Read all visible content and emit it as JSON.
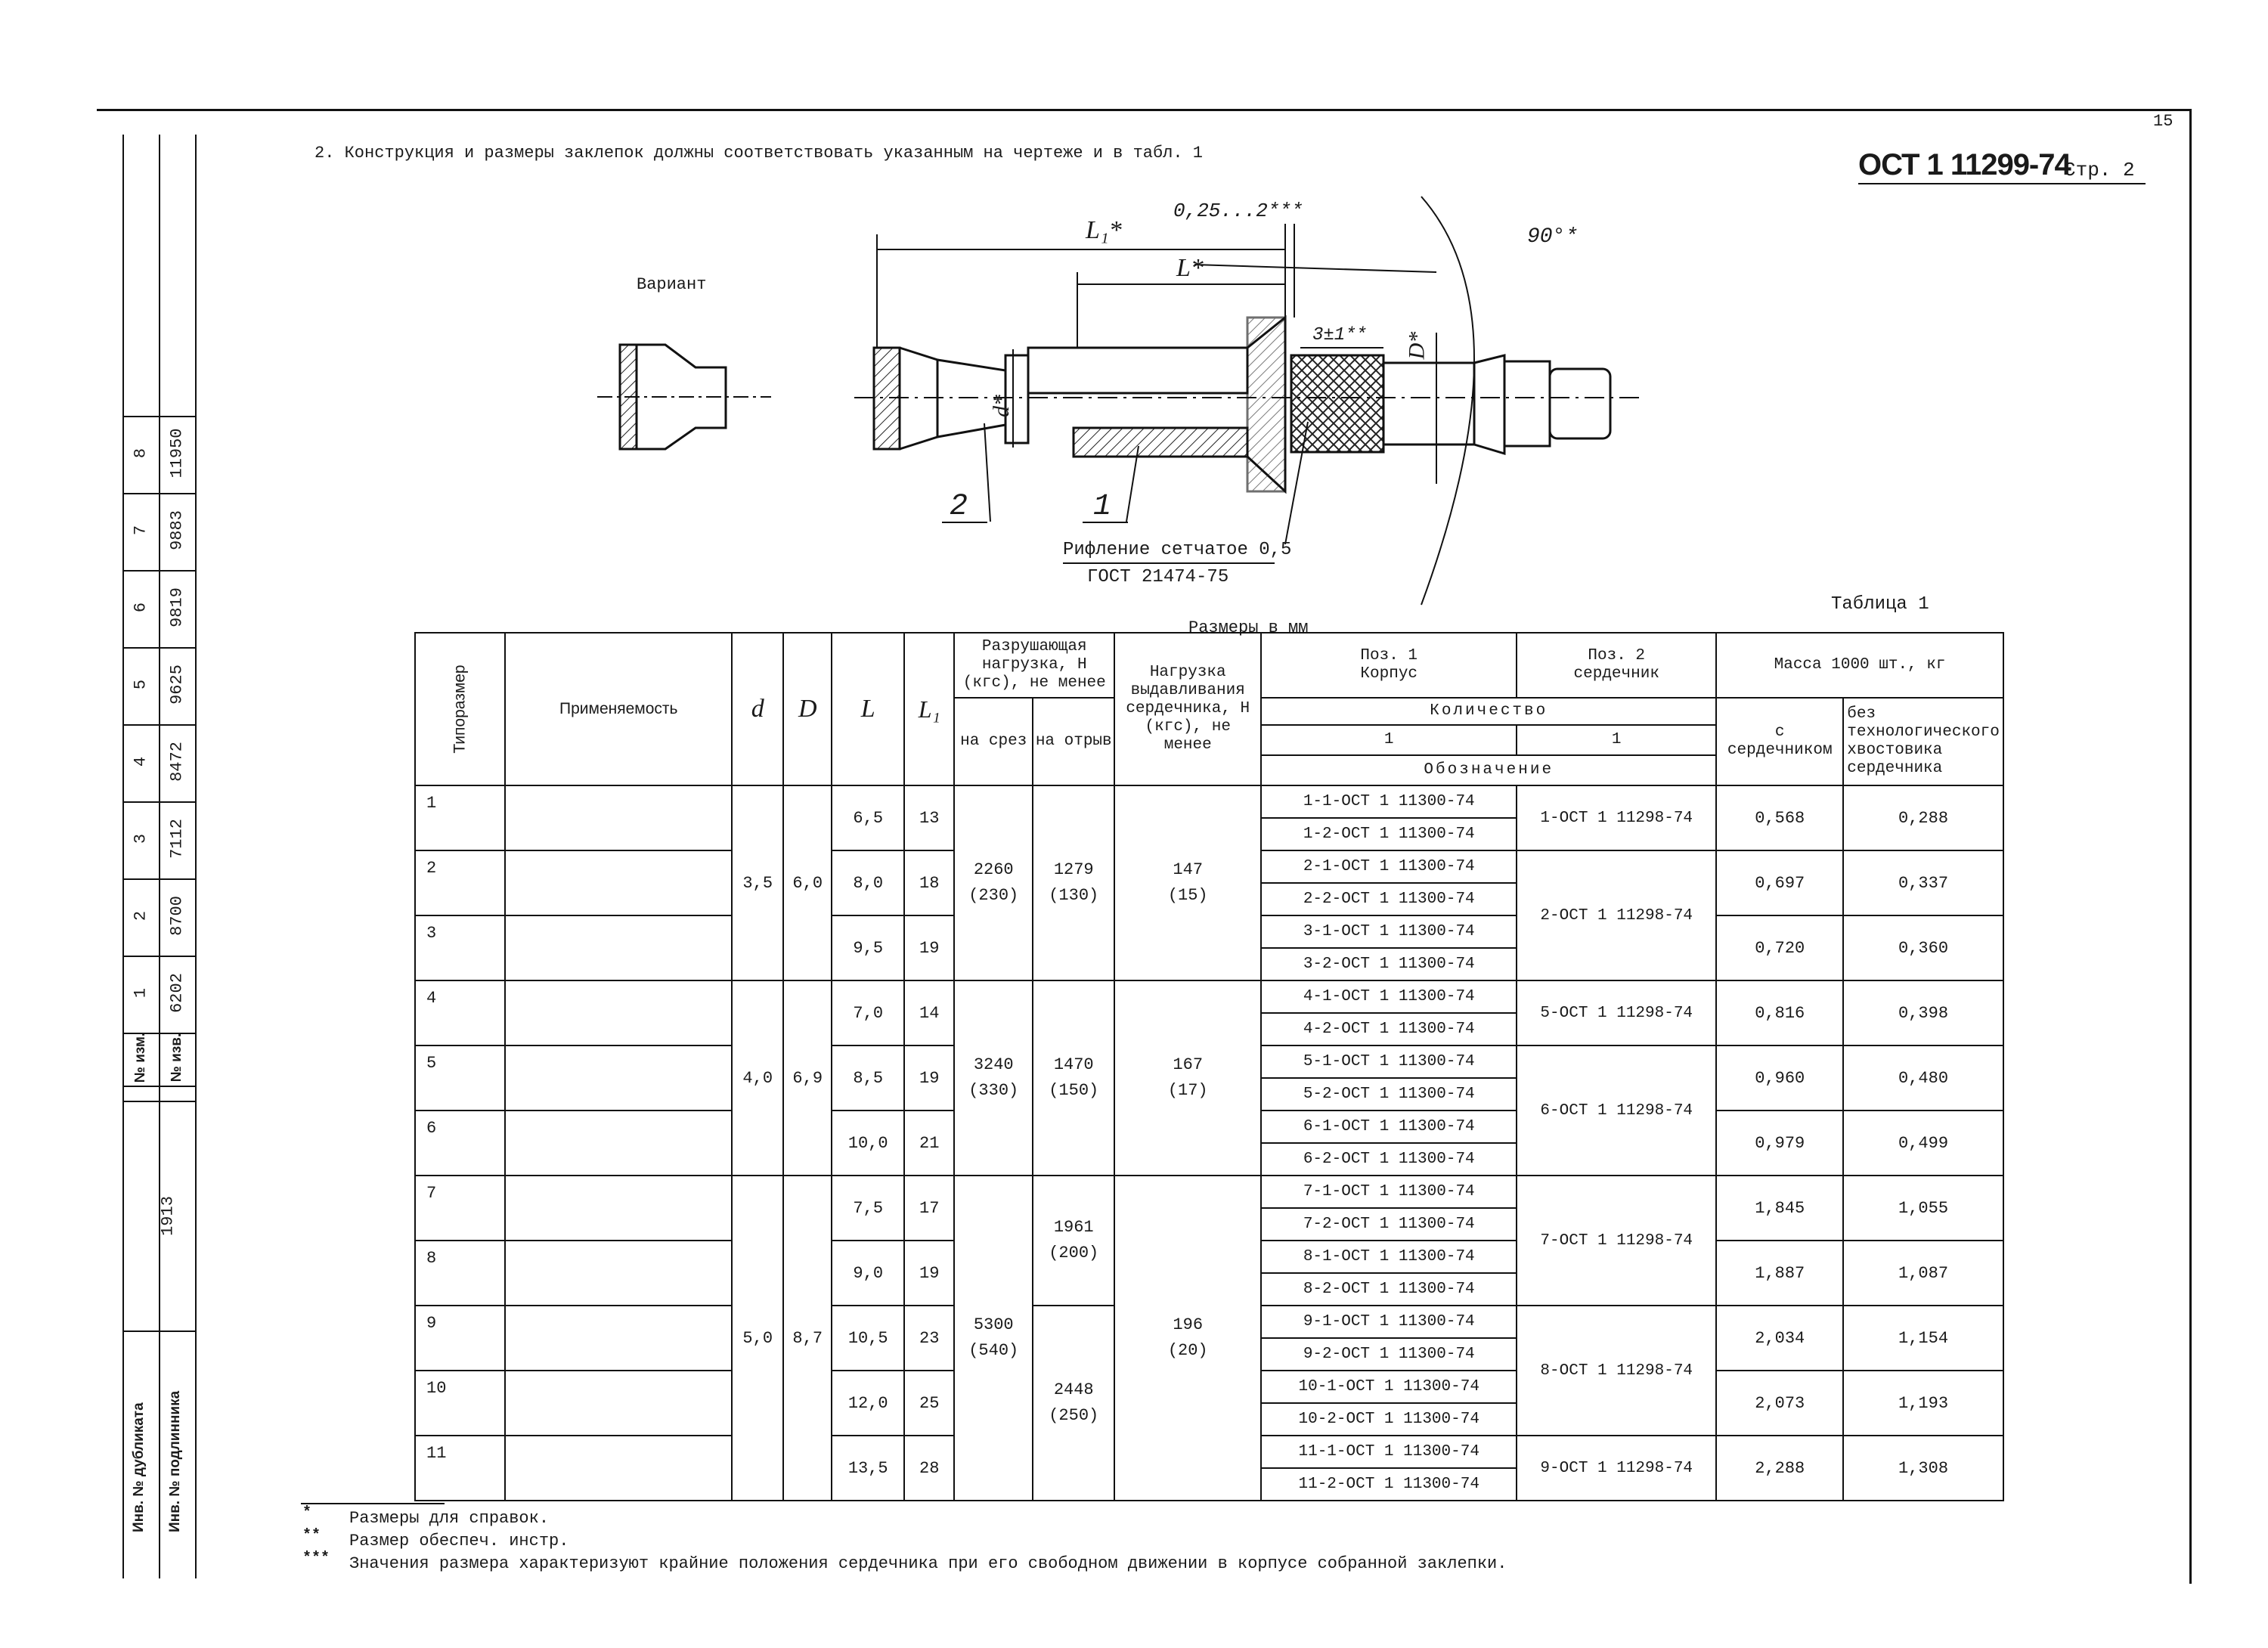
{
  "page_number": "15",
  "doc_code": "ОСТ 1 11299-74",
  "page_label": "Стр. 2",
  "intro": "2. Конструкция и размеры заклепок должны соответствовать указанным на чертеже и в табл. 1",
  "drawing": {
    "variant_label": "Вариант",
    "dim_L1": "L₁*",
    "dim_L": "L*",
    "dim_gap": "0,25...2***",
    "dim_angle": "90°*",
    "dim_3": "3±1**",
    "dim_D": "D*",
    "dim_d": "d*",
    "callout_1": "1",
    "callout_2": "2",
    "knurl_note_1": "Рифление сетчатое 0,5",
    "knurl_note_2": "ГОСТ 21474-75"
  },
  "table_title": "Таблица 1",
  "units": "Размеры в мм",
  "headers": {
    "type": "Типоразмер",
    "applic": "Применяемость",
    "d": "d",
    "D": "D",
    "L": "L",
    "L1": "L₁",
    "break_load": "Разрушающая нагрузка, Н (кгс), не менее",
    "shear": "на срез",
    "tear": "на отрыв",
    "push": "Нагрузка выдавливания сердечника, Н (кгс), не менее",
    "pos1": "Поз. 1",
    "pos1_name": "Корпус",
    "pos2": "Поз. 2",
    "pos2_name": "сердечник",
    "qty": "Количество",
    "qty1": "1",
    "qty2": "1",
    "designation": "Обозначение",
    "mass": "Масса 1000 шт., кг",
    "mass_with": "с сердечником",
    "mass_without": "без технологического хвостовика сердечника"
  },
  "groups": [
    {
      "d": "3,5",
      "D": "6,0",
      "shear": "2260",
      "shear_kgs": "(230)",
      "tear": "1279",
      "tear_kgs": "(130)",
      "push": "147",
      "push_kgs": "(15)",
      "rows": [
        {
          "n": "1",
          "L": "6,5",
          "L1": "13"
        },
        {
          "n": "2",
          "L": "8,0",
          "L1": "18"
        },
        {
          "n": "3",
          "L": "9,5",
          "L1": "19"
        }
      ]
    },
    {
      "d": "4,0",
      "D": "6,9",
      "shear": "3240",
      "shear_kgs": "(330)",
      "tear": "1470",
      "tear_kgs": "(150)",
      "push": "167",
      "push_kgs": "(17)",
      "rows": [
        {
          "n": "4",
          "L": "7,0",
          "L1": "14"
        },
        {
          "n": "5",
          "L": "8,5",
          "L1": "19"
        },
        {
          "n": "6",
          "L": "10,0",
          "L1": "21"
        }
      ]
    },
    {
      "d": "5,0",
      "D": "8,7",
      "shear": "5300",
      "shear_kgs": "(540)",
      "tear_a": "1961",
      "tear_a_kgs": "(200)",
      "tear_b": "2448",
      "tear_b_kgs": "(250)",
      "push": "196",
      "push_kgs": "(20)",
      "rows": [
        {
          "n": "7",
          "L": "7,5",
          "L1": "17"
        },
        {
          "n": "8",
          "L": "9,0",
          "L1": "19"
        },
        {
          "n": "9",
          "L": "10,5",
          "L1": "23"
        },
        {
          "n": "10",
          "L": "12,0",
          "L1": "25"
        },
        {
          "n": "11",
          "L": "13,5",
          "L1": "28"
        }
      ]
    }
  ],
  "pos1_designations": [
    "1-1-ОСТ 1 11300-74",
    "1-2-ОСТ 1 11300-74",
    "2-1-ОСТ 1 11300-74",
    "2-2-ОСТ 1 11300-74",
    "3-1-ОСТ 1 11300-74",
    "3-2-ОСТ 1 11300-74",
    "4-1-ОСТ 1 11300-74",
    "4-2-ОСТ 1 11300-74",
    "5-1-ОСТ 1 11300-74",
    "5-2-ОСТ 1 11300-74",
    "6-1-ОСТ 1 11300-74",
    "6-2-ОСТ 1 11300-74",
    "7-1-ОСТ 1 11300-74",
    "7-2-ОСТ 1 11300-74",
    "8-1-ОСТ 1 11300-74",
    "8-2-ОСТ 1 11300-74",
    "9-1-ОСТ 1 11300-74",
    "9-2-ОСТ 1 11300-74",
    "10-1-ОСТ 1 11300-74",
    "10-2-ОСТ 1 11300-74",
    "11-1-ОСТ 1 11300-74",
    "11-2-ОСТ 1 11300-74"
  ],
  "pos2_designations": [
    {
      "text": "1-ОСТ 1 11298-74"
    },
    {
      "text": "2-ОСТ 1 11298-74"
    },
    {
      "text": "5-ОСТ 1 11298-74"
    },
    {
      "text": "6-ОСТ 1 11298-74"
    },
    {
      "text": "7-ОСТ 1 11298-74"
    },
    {
      "text": "8-ОСТ 1 11298-74"
    },
    {
      "text": "9-ОСТ 1 11298-74"
    }
  ],
  "mass": [
    {
      "with": "0,568",
      "without": "0,288"
    },
    {
      "with": "0,697",
      "without": "0,337"
    },
    {
      "with": "0,720",
      "without": "0,360"
    },
    {
      "with": "0,816",
      "without": "0,398"
    },
    {
      "with": "0,960",
      "without": "0,480"
    },
    {
      "with": "0,979",
      "without": "0,499"
    },
    {
      "with": "1,845",
      "without": "1,055"
    },
    {
      "with": "1,887",
      "without": "1,087"
    },
    {
      "with": "2,034",
      "without": "1,154"
    },
    {
      "with": "2,073",
      "without": "1,193"
    },
    {
      "with": "2,288",
      "without": "1,308"
    }
  ],
  "footnotes": [
    {
      "mark": "*",
      "text": "Размеры для справок."
    },
    {
      "mark": "**",
      "text": "Размер обеспеч. инстр."
    },
    {
      "mark": "***",
      "text": "Значения размера характеризуют крайние положения сердечника при его свободном движении в корпусе собранной заклепки."
    }
  ],
  "sidebar": {
    "rev_label": "№ изм.",
    "notice_label": "№ изв.",
    "revisions": [
      {
        "n": "1",
        "v": "6202"
      },
      {
        "n": "2",
        "v": "8700"
      },
      {
        "n": "3",
        "v": "7112"
      },
      {
        "n": "4",
        "v": "8472"
      },
      {
        "n": "5",
        "v": "9625"
      },
      {
        "n": "6",
        "v": "9819"
      },
      {
        "n": "7",
        "v": "9883"
      },
      {
        "n": "8",
        "v": "11950"
      }
    ],
    "inv_number": "1913",
    "dup_label": "Инв. № дубликата",
    "orig_label": "Инв. № подлинника"
  }
}
